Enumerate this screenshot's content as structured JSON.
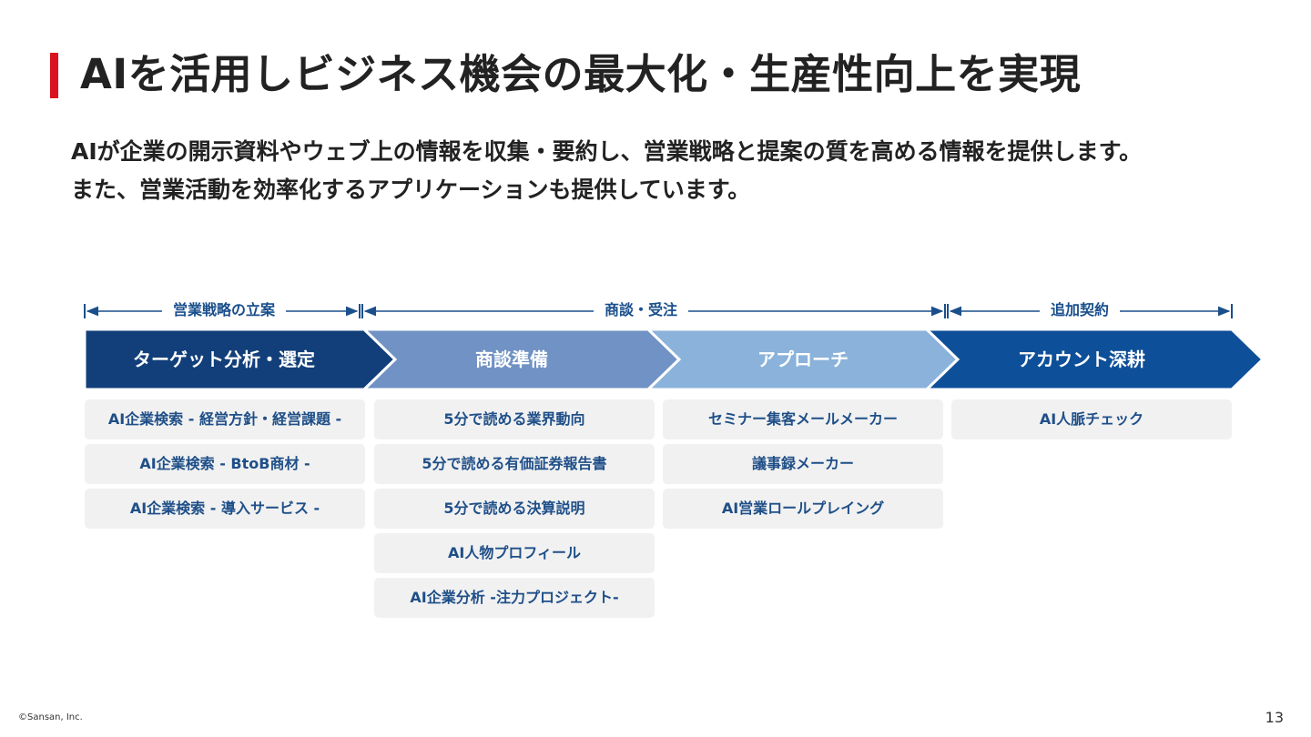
{
  "slide": {
    "title": "AIを活用しビジネス機会の最大化・生産性向上を実現",
    "subtitle_line1": "AIが企業の開示資料やウェブ上の情報を収集・要約し、営業戦略と提案の質を高める情報を提供します。",
    "subtitle_line2": "また、営業活動を効率化するアプリケーションも提供しています。",
    "accent_color": "#d9121f"
  },
  "ranges": [
    {
      "label": "営業戦略の立案"
    },
    {
      "label": "商談・受注"
    },
    {
      "label": "追加契約"
    }
  ],
  "stages": [
    {
      "label": "ターゲット分析・選定",
      "color": "#123f7a"
    },
    {
      "label": "商談準備",
      "color": "#7092c4"
    },
    {
      "label": "アプローチ",
      "color": "#8ab2da"
    },
    {
      "label": "アカウント深耕",
      "color": "#0e4f99"
    }
  ],
  "tools": [
    [
      "AI企業検索 - 経営方針・経営課題 -",
      "AI企業検索 - BtoB商材 -",
      "AI企業検索 - 導入サービス -"
    ],
    [
      "5分で読める業界動向",
      "5分で読める有価証券報告書",
      "5分で読める決算説明",
      "AI人物プロフィール",
      "AI企業分析 -注力プロジェクト-"
    ],
    [
      "セミナー集客メールメーカー",
      "議事録メーカー",
      "AI営業ロールプレイング"
    ],
    [
      "AI人脈チェック"
    ]
  ],
  "footer": {
    "copyright": "©Sansan, Inc.",
    "page_number": "13"
  }
}
